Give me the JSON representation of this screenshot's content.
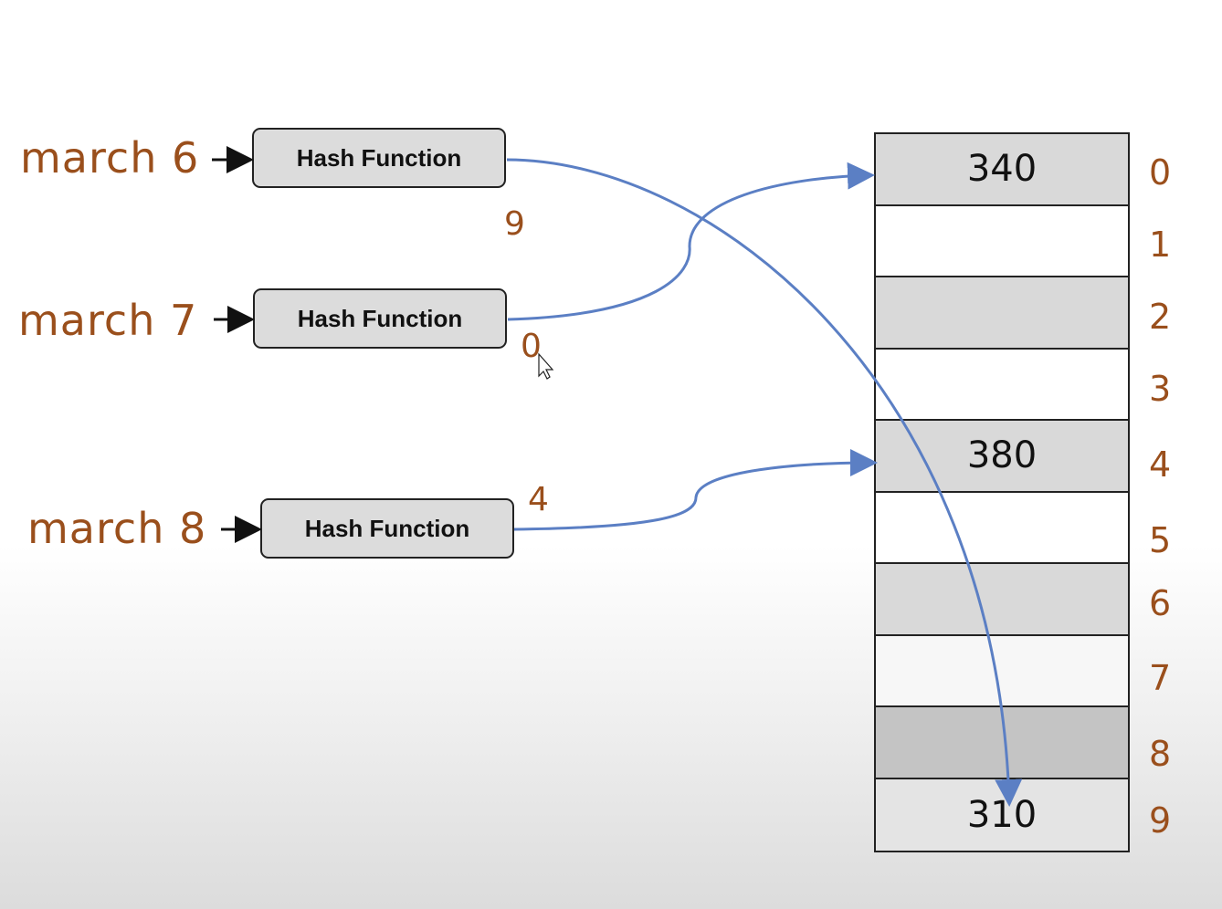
{
  "inputs": [
    {
      "key": "march 6",
      "function_label": "Hash Function",
      "hash": "9"
    },
    {
      "key": "march 7",
      "function_label": "Hash Function",
      "hash": "0"
    },
    {
      "key": "march 8",
      "function_label": "Hash Function",
      "hash": "4"
    }
  ],
  "table": {
    "slots": [
      {
        "index": "0",
        "value": "340",
        "fill": "#d9d9d9"
      },
      {
        "index": "1",
        "value": "",
        "fill": "#ffffff"
      },
      {
        "index": "2",
        "value": "",
        "fill": "#d9d9d9"
      },
      {
        "index": "3",
        "value": "",
        "fill": "#ffffff"
      },
      {
        "index": "4",
        "value": "380",
        "fill": "#d9d9d9"
      },
      {
        "index": "5",
        "value": "",
        "fill": "#ffffff"
      },
      {
        "index": "6",
        "value": "",
        "fill": "#d9d9d9"
      },
      {
        "index": "7",
        "value": "",
        "fill": "#f7f7f7"
      },
      {
        "index": "8",
        "value": "",
        "fill": "#c4c4c4"
      },
      {
        "index": "9",
        "value": "310",
        "fill": "#e4e4e4"
      }
    ]
  },
  "colors": {
    "key_text": "#9a4f1c",
    "arrow": "#5b7fc4"
  }
}
